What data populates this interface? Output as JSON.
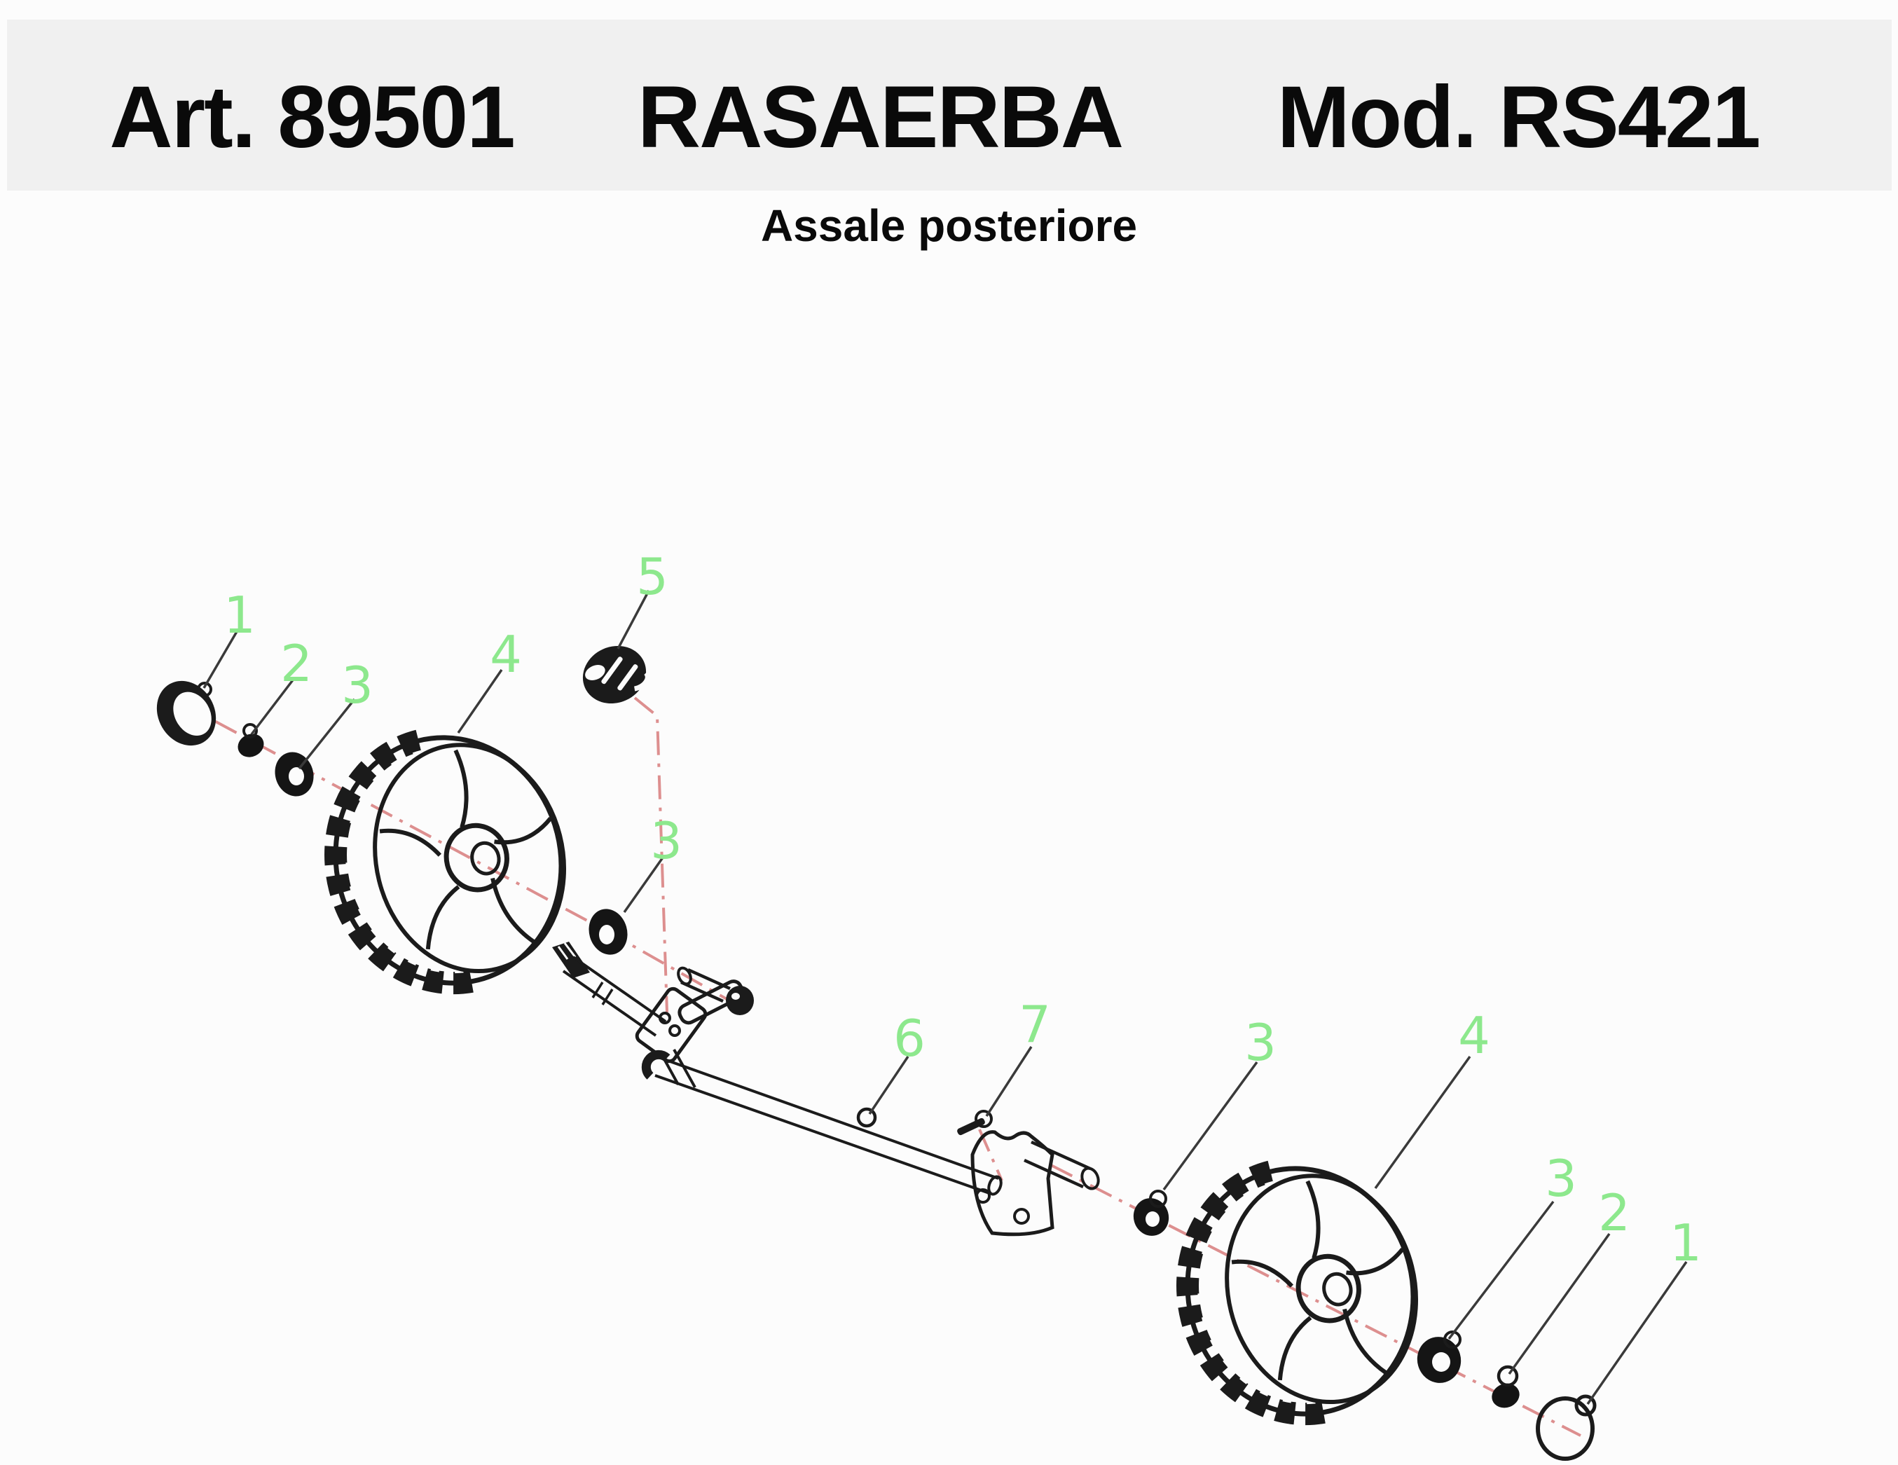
{
  "header": {
    "article": "Art. 89501",
    "product": "RASAERBA",
    "model": "Mod. RS421",
    "background_color": "#f0f0f0",
    "text_color": "#0a0a0a"
  },
  "subtitle": "Assale posteriore",
  "diagram": {
    "type": "exploded-parts-drawing",
    "label_color": "#8de88d",
    "centerline_color": "#dd8f8f",
    "ink_color": "#1b1b1b",
    "labels": [
      {
        "part": "hubcap-left",
        "text": "1"
      },
      {
        "part": "nut-left",
        "text": "2"
      },
      {
        "part": "bearing-left",
        "text": "3"
      },
      {
        "part": "wheel-left",
        "text": "4"
      },
      {
        "part": "knob-cap",
        "text": "5"
      },
      {
        "part": "bearing-middle",
        "text": "3"
      },
      {
        "part": "axle-rod",
        "text": "6"
      },
      {
        "part": "pin",
        "text": "7"
      },
      {
        "part": "bearing-right-inner",
        "text": "3"
      },
      {
        "part": "wheel-right",
        "text": "4"
      },
      {
        "part": "bearing-right-outer",
        "text": "3"
      },
      {
        "part": "nut-right",
        "text": "2"
      },
      {
        "part": "hubcap-right",
        "text": "1"
      }
    ]
  }
}
